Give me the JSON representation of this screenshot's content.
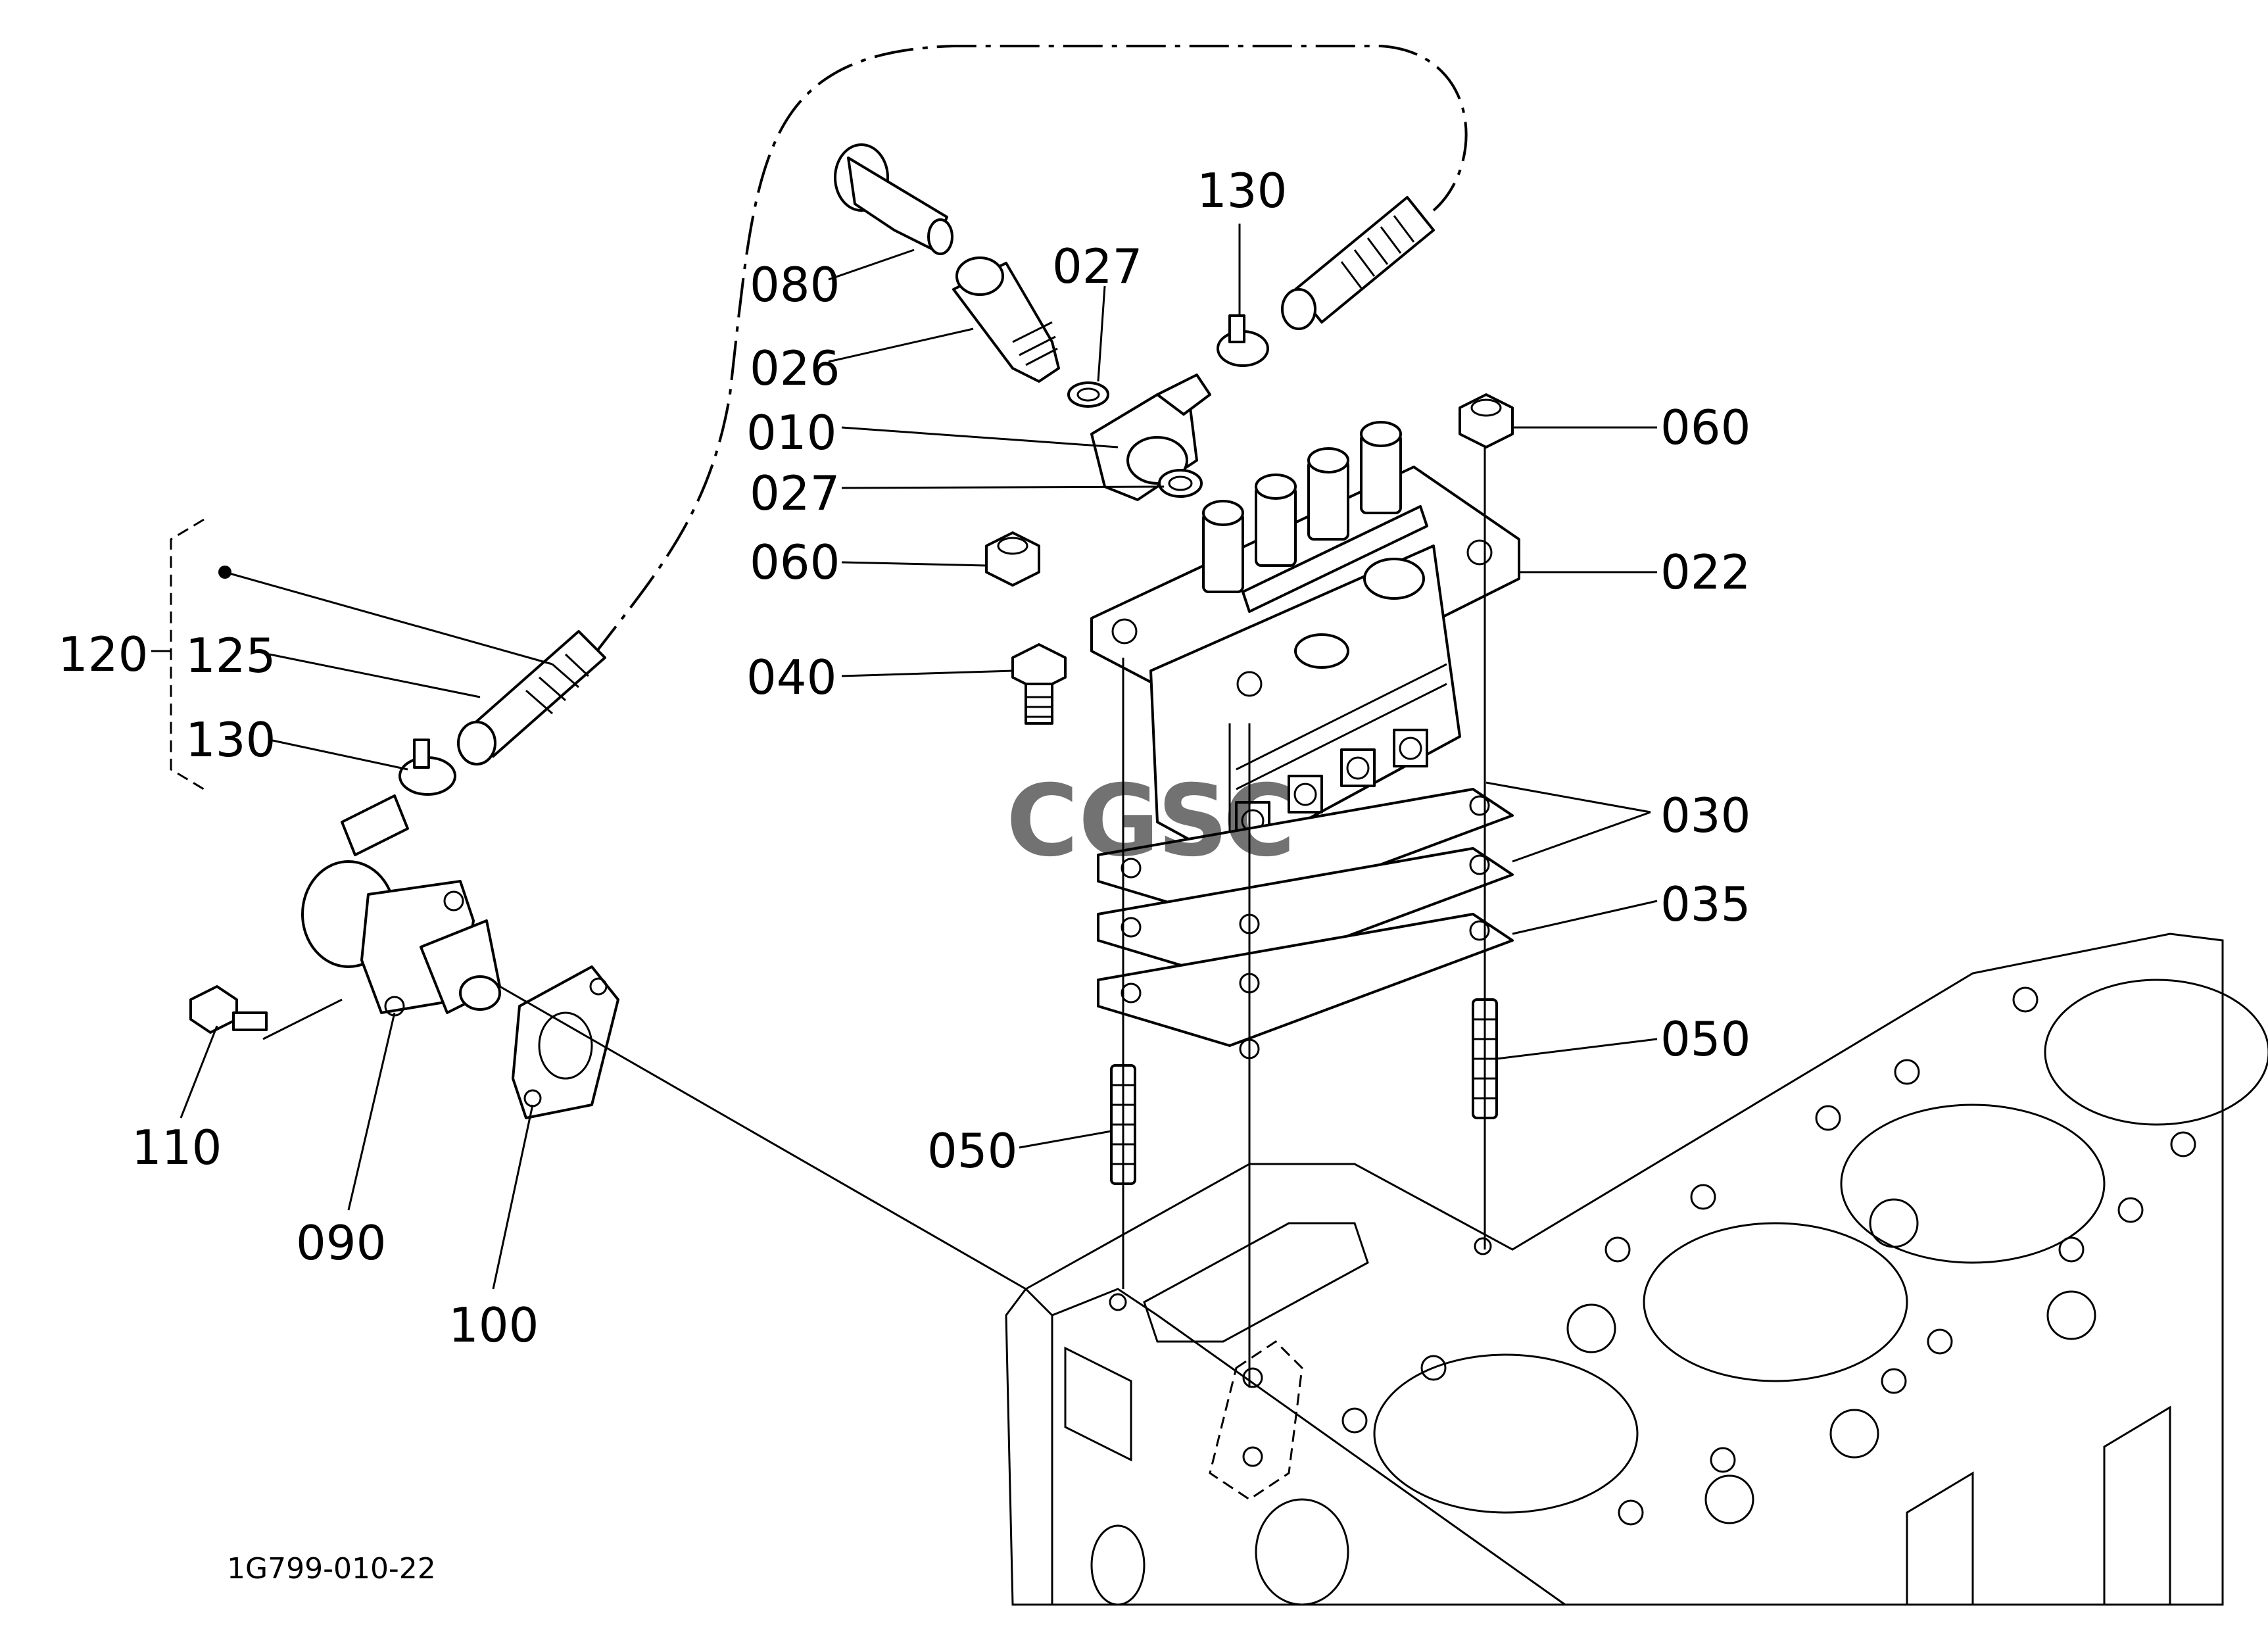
{
  "diagram": {
    "drawing_code": "1G799-010-22",
    "watermark": {
      "letters": [
        "C",
        "G",
        "S",
        "C"
      ],
      "colors": [
        "#4a86e8",
        "#e8453c",
        "#f4b400",
        "#34a853"
      ]
    },
    "labels": {
      "p080": "080",
      "p026": "026",
      "p027a": "027",
      "p130a": "130",
      "p010": "010",
      "p027b": "027",
      "p060a": "060",
      "p060b": "060",
      "p022": "022",
      "p040": "040",
      "p030": "030",
      "p035": "035",
      "p050a": "050",
      "p050b": "050",
      "p120": "120",
      "p125": "125",
      "p130b": "130",
      "p110": "110",
      "p090": "090",
      "p100": "100"
    }
  }
}
